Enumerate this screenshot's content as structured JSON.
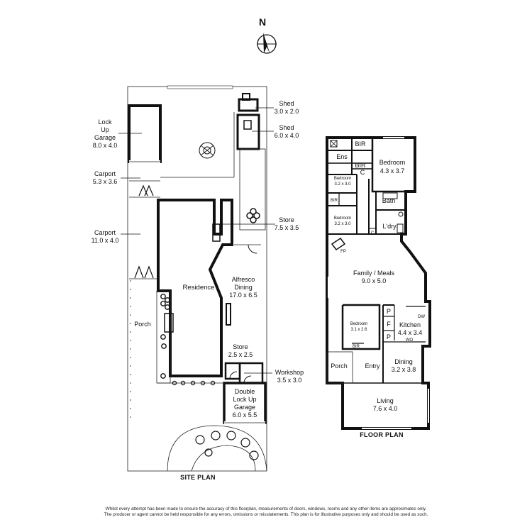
{
  "compass": {
    "label": "N"
  },
  "site_plan": {
    "title": "SITE PLAN",
    "labels": {
      "lockup_name": [
        "Lock",
        "Up",
        "Garage"
      ],
      "lockup_dim": "8.0 x 4.0",
      "carport1_name": "Carport",
      "carport1_dim": "5.3 x 3.6",
      "carport2_name": "Carport",
      "carport2_dim": "11.0 x 4.0",
      "shed1_name": "Shed",
      "shed1_dim": "3.0 x 2.0",
      "shed2_name": "Shed",
      "shed2_dim": "6.0 x 4.0",
      "store1_name": "Store",
      "store1_dim": "7.5 x 3.5",
      "residence": "Residence",
      "porch": "Porch",
      "alfresco": [
        "Alfresco",
        "Dining",
        "17.0 x 6.5"
      ],
      "store2": [
        "Store",
        "2.5 x 2.5"
      ],
      "workshop_name": "Workshop",
      "workshop_dim": "3.5 x 3.0",
      "garage": [
        "Double",
        "Lock Up",
        "Garage",
        "6.0 x 5.5"
      ]
    }
  },
  "floor_plan": {
    "title": "FLOOR PLAN",
    "labels": {
      "bir_top": "BIR",
      "ens": "Ens",
      "bir_mid": "BIR",
      "c_top": "C",
      "bedroom_main": "Bedroom",
      "bedroom_main_dim": "4.3 x 3.7",
      "bedroom2": "Bedroom",
      "bedroom2_dim": "3.2 x 3.0",
      "bir_small": "BIR",
      "bedroom3": "Bedroom",
      "bedroom3_dim": "3.2 x 3.0",
      "bath": "Bath",
      "ldry": "L'dry",
      "c_small": "C",
      "fp": "FP",
      "family": "Family / Meals",
      "family_dim": "9.0 x 5.0",
      "bedroom4": "Bedroom",
      "bedroom4_dim": "3.1 x 2.6",
      "bir_bed4": "BIR",
      "p1": "P",
      "p2": "P",
      "f": "F",
      "dw": "DW",
      "wo": "WO",
      "kitchen": "Kitchen",
      "kitchen_dim": "4.4 x 3.4",
      "porch": "Porch",
      "entry": "Entry",
      "dining": "Dining",
      "dining_dim": "3.2 x 3.8",
      "living": "Living",
      "living_dim": "7.6 x 4.0"
    }
  },
  "disclaimer": [
    "Whilst every attempt has been made to ensure the accuracy of this floorplan, measurements of doors, windows, rooms and any other items are approximates only.",
    "The producer or agent cannot be held responsible for any errors, omissions or misstatements. This plan is for illustrative purposes only and should be used as such."
  ]
}
